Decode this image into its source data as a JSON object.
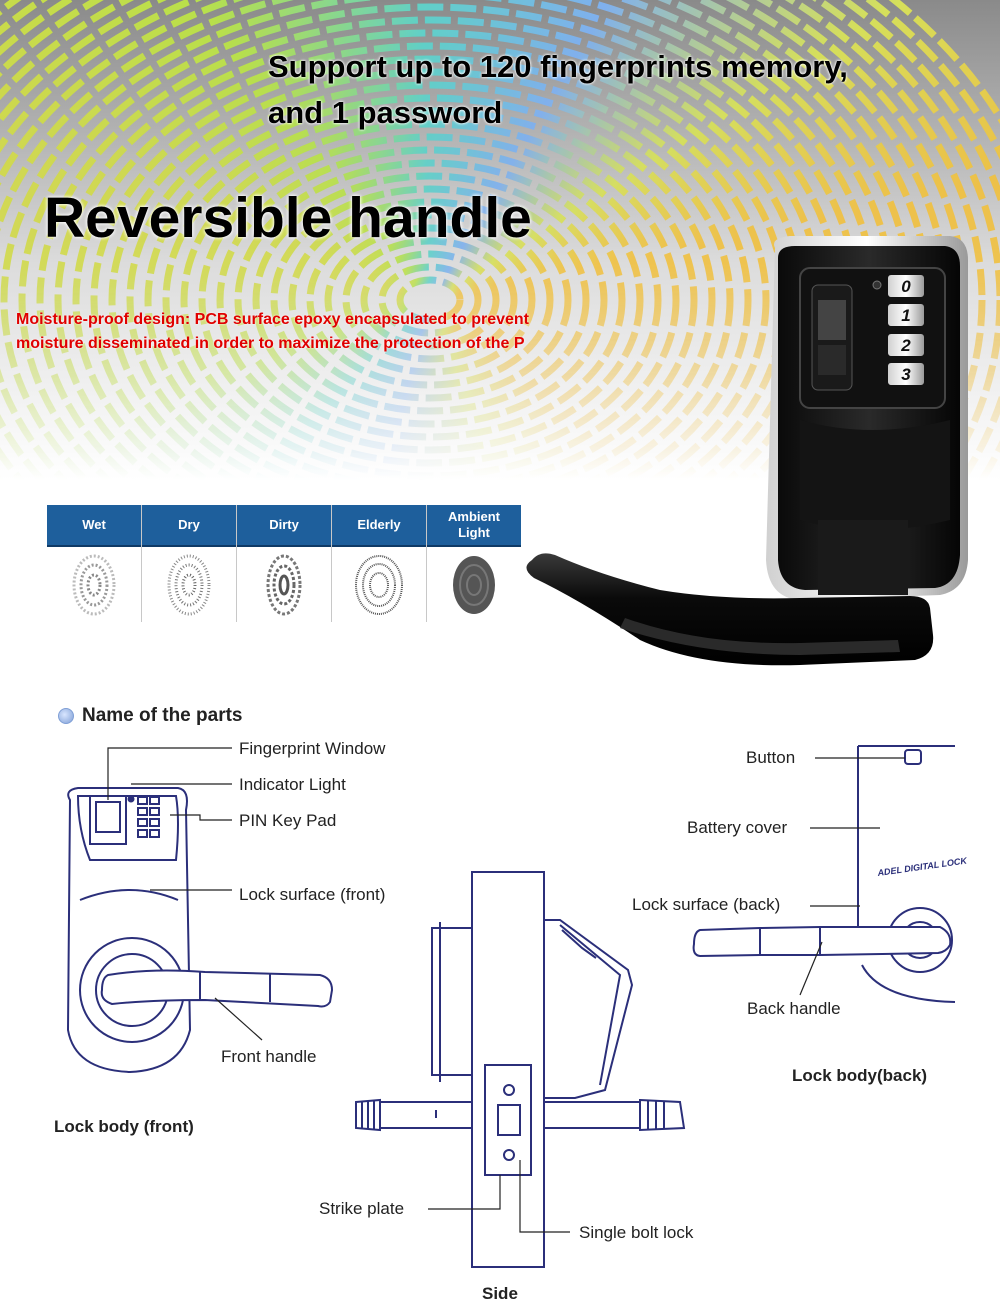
{
  "hero": {
    "support_line1": "Support up to 120 fingerprints memory,",
    "support_line2": "and 1 password",
    "headline": "Reversible handle",
    "moisture_line1": "Moisture-proof design: PCB surface epoxy encapsulated to prevent",
    "moisture_line2": "moisture disseminated in order to maximize the protection of the P",
    "keypad": [
      "0",
      "1",
      "2",
      "3"
    ]
  },
  "conditions": [
    {
      "label": "Wet"
    },
    {
      "label": "Dry"
    },
    {
      "label": "Dirty"
    },
    {
      "label": "Elderly"
    },
    {
      "label": "Ambient\nLight"
    }
  ],
  "parts": {
    "title": "Name of the parts",
    "fingerprint_window": "Fingerprint Window",
    "indicator_light": "Indicator Light",
    "pin_key_pad": "PIN Key Pad",
    "lock_surface_front": "Lock surface (front)",
    "front_handle": "Front handle",
    "lock_body_front": "Lock body (front)",
    "button": "Button",
    "battery_cover": "Battery cover",
    "lock_surface_back": "Lock surface (back)",
    "back_handle": "Back handle",
    "lock_body_back": "Lock body(back)",
    "strike_plate": "Strike plate",
    "single_bolt_lock": "Single bolt lock",
    "side": "Side",
    "brand_text": "ADEL DIGITAL LOCK"
  },
  "colors": {
    "accent_red": "#e00000",
    "table_header": "#1e5f9c",
    "diagram_ink": "#2b2f7a"
  }
}
